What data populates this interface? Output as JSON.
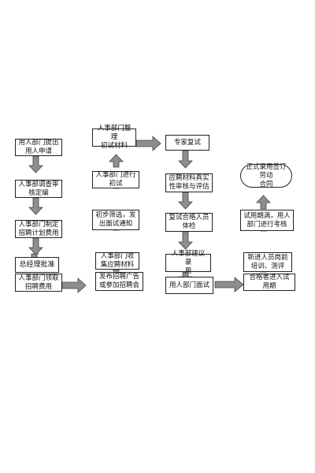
{
  "flowchart": {
    "nodes": [
      {
        "id": "n1",
        "label": "用人部门提出\n用人申请"
      },
      {
        "id": "n2",
        "label": "人事部调查审\n核定编"
      },
      {
        "id": "n3",
        "label": "人事部门制定\n招聘计划费用"
      },
      {
        "id": "n4",
        "label": "总经理批准"
      },
      {
        "id": "n5",
        "label": "人事部门领取\n招聘费用"
      },
      {
        "id": "n6",
        "label": "发布招聘广告\n或参加招聘会"
      },
      {
        "id": "n7",
        "label": "人事部门收\n集应聘材料"
      },
      {
        "id": "n8",
        "label": "初步筛选，发\n出面试通知"
      },
      {
        "id": "n9",
        "label": "人事部门进行\n初试"
      },
      {
        "id": "n10",
        "label": "人事部门整理\n初试材料"
      },
      {
        "id": "n11",
        "label": "专家复试"
      },
      {
        "id": "n12",
        "label": "应聘材料真实\n性审核与评估"
      },
      {
        "id": "n13",
        "label": "复试合格人员\n体检"
      },
      {
        "id": "n14",
        "label": "人事部建议录\n用"
      },
      {
        "id": "n15",
        "label": "用人部门面试"
      },
      {
        "id": "n16",
        "label": "正式录用签订劳动\n合同"
      },
      {
        "id": "n17",
        "label": "试用期满，用人\n部门进行考核"
      },
      {
        "id": "n18",
        "label": "新进人员岗前\n培训、测评"
      },
      {
        "id": "n19",
        "label": "合格者进入试\n用期"
      }
    ]
  }
}
